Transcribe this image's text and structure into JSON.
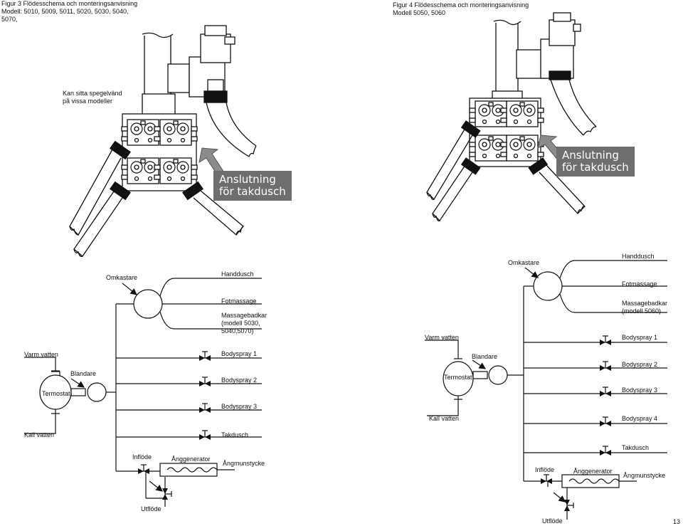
{
  "figure3": {
    "caption_line1": "Figur 3 Flödesschema och monteringsanvisning",
    "caption_line2": "Modell: 5010, 5009, 5011, 5020,  5030,  5040,",
    "caption_line3": "5070,",
    "mirror_note_line1": "Kan sitta spegelvänd",
    "mirror_note_line2": "på vissa modeller",
    "ceiling_label_line1": "Anslutning",
    "ceiling_label_line2": "för takdusch",
    "schematic": {
      "omkastare": "Omkastare",
      "handdusch": "Handdusch",
      "fotmassage": "Fotmassage",
      "massage_line1": "Massagebadkar",
      "massage_line2": "(modell 5030,",
      "massage_line3": "5040,5070)",
      "varm": "Varm vatten",
      "blandare": "Blandare",
      "termostat": "Termostat",
      "kall": "Kall vatten",
      "bodyspray1": "Bodyspray 1",
      "bodyspray2": "Bodyspray 2",
      "bodyspray3": "Bodyspray 3",
      "takdusch": "Takdusch",
      "inflode": "Inflöde",
      "anggenerator": "Ånggenerator",
      "angmunstycke": "Ångmunstycke",
      "utflode": "Utflöde"
    }
  },
  "figure4": {
    "caption_line1": "Figur 4 Flödesschema och monteringsanvisning",
    "caption_line2": "Modell 5050, 5060",
    "ceiling_label_line1": "Anslutning",
    "ceiling_label_line2": "för takdusch",
    "schematic": {
      "omkastare": "Omkastare",
      "handdusch": "Handdusch",
      "fotmassage": "Fotmassage",
      "massage_line1": "Massagebadkar",
      "massage_line2": "(modell 5060)",
      "varm": "Varm vatten",
      "blandare": "Blandare",
      "termostat": "Termostat",
      "kall": "Kall vatten",
      "bodyspray1": "Bodyspray 1",
      "bodyspray2": "Bodyspray 2",
      "bodyspray3": "Bodyspray 3",
      "bodyspray4": "Bodyspray 4",
      "takdusch": "Takdusch",
      "inflode": "Inflöde",
      "anggenerator": "Ånggenerator",
      "angmunstycke": "Ångmunstycke",
      "utflode": "Utflöde"
    }
  },
  "page_number": "13",
  "colors": {
    "line": "#111111",
    "label_bg": "#6d6e70",
    "arrow_gray": "#8a8b8d"
  }
}
